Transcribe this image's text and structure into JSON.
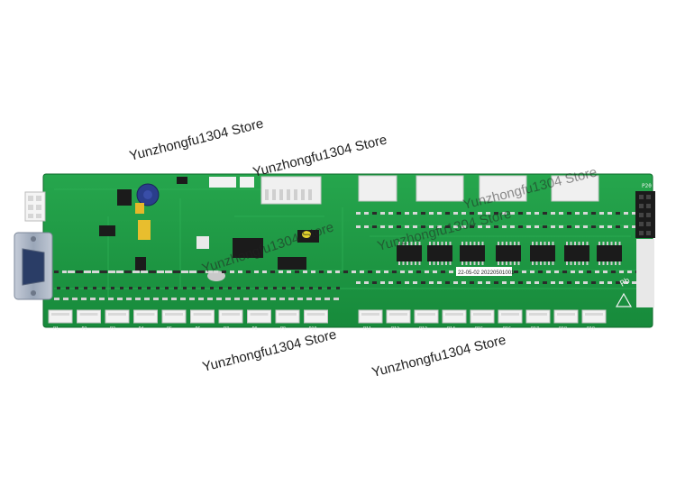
{
  "watermarks": [
    "Yunzhongfu1304 Store",
    "Yunzhongfu1304 Store",
    "Yunzhongfu1304 Store",
    "Yunzhongfu1304 Store",
    "Yunzhongfu1304 Store",
    "Yunzhongfu1304 Store",
    "Yunzhongfu1304 Store"
  ],
  "board": {
    "date_code": "22-05-02 20220501001",
    "connector_labels_left": [
      "P1",
      "P2",
      "P3",
      "P4",
      "P5",
      "P6",
      "P7",
      "P8",
      "P9",
      "P10"
    ],
    "connector_labels_right": [
      "P11",
      "P12",
      "P13",
      "P14",
      "P15",
      "P16",
      "P17",
      "P18",
      "P19"
    ],
    "header_label": "P20",
    "mark": "Pb"
  },
  "colors": {
    "pcb": "#1f9a45",
    "pcb_dark": "#137a33",
    "connector": "#f2f2f2",
    "ic": "#1b1b1b",
    "db9": "#a9b4c4"
  }
}
